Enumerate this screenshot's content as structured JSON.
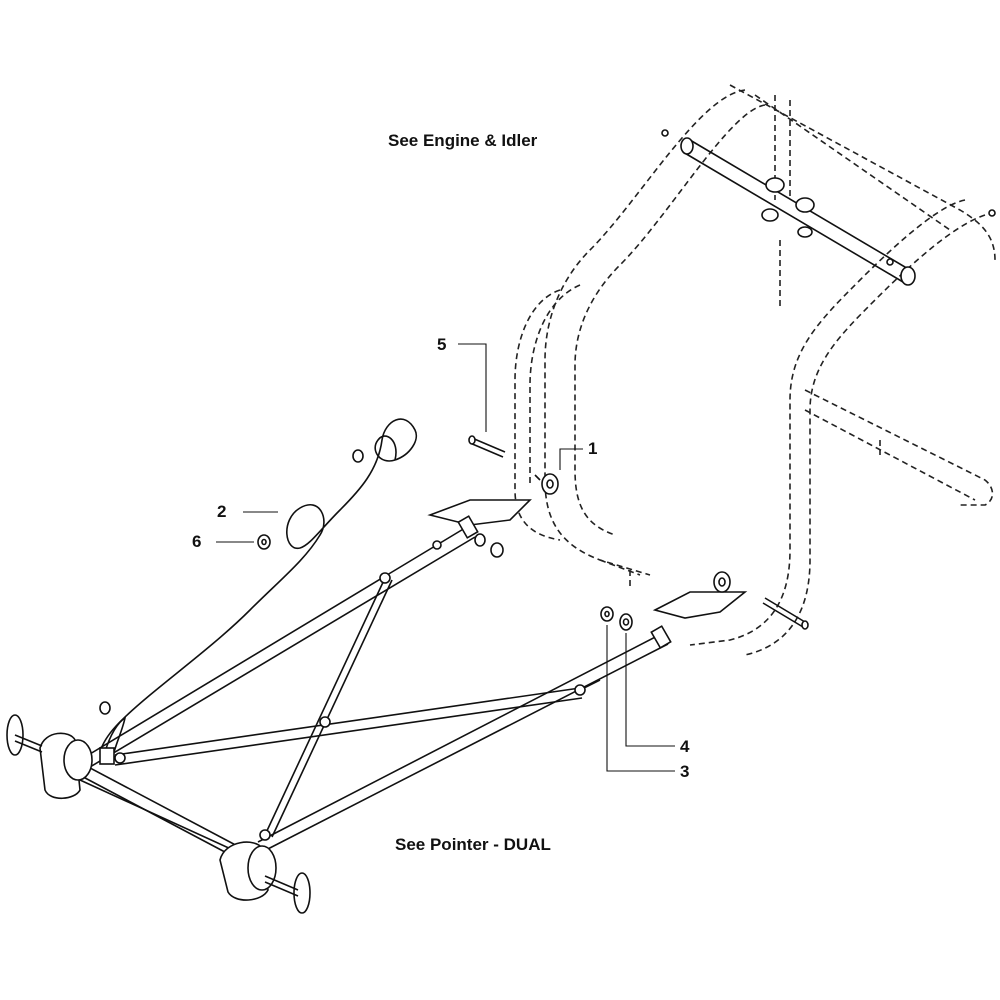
{
  "captions": {
    "top": "See Engine & Idler",
    "bottom": "See Pointer - DUAL"
  },
  "callouts": {
    "c1": "1",
    "c2": "2",
    "c3": "3",
    "c4": "4",
    "c5": "5",
    "c6": "6"
  },
  "colors": {
    "line": "#111111",
    "background": "#ffffff"
  }
}
